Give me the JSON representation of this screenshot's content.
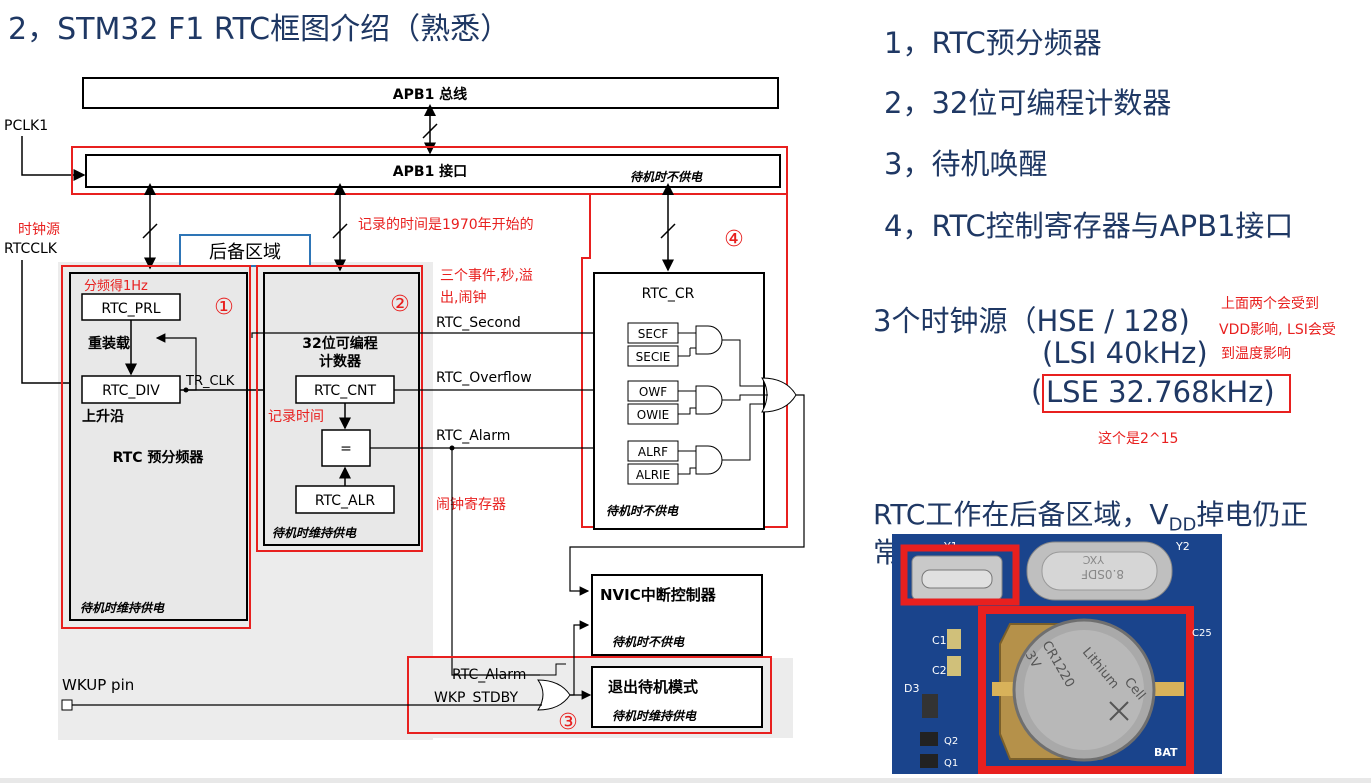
{
  "title": "2，STM32 F1 RTC框图介绍（熟悉）",
  "topics": [
    "1，RTC预分频器",
    "2，32位可编程计数器",
    "3，待机唤醒",
    "4，RTC控制寄存器与APB1接口"
  ],
  "clock_sources": {
    "line1": "3个时钟源（HSE / 128)",
    "line2": "(LSI 40kHz)",
    "line3_open": "(",
    "line3_boxed": "LSE 32.768kHz)",
    "note1": "上面两个会受到",
    "note2": "VDD影响, LSI会受",
    "note3": "到温度影响",
    "note_lse": "这个是2^15"
  },
  "backup_text": {
    "prefix": "RTC工作在后备区域，V",
    "sub": "DD",
    "suffix": "掉电仍正",
    "wrap": "常"
  },
  "diagram": {
    "apb1_bus": "APB1 总线",
    "apb1_if": "APB1 接口",
    "no_power_top": "待机时不供电",
    "pclk1": "PCLK1",
    "clk_src_note": "时钟源",
    "rtcclk": "RTCCLK",
    "backup_domain": "后备区域",
    "time_note": "记录的时间是1970年开始的",
    "events_note1": "三个事件,秒,溢",
    "events_note2": "出,闹钟",
    "div_note": "分频得1Hz",
    "rtc_prl": "RTC_PRL",
    "reload": "重装载",
    "rtc_div": "RTC_DIV",
    "rising": "上升沿",
    "tr_clk": "TR_CLK",
    "prescaler_label": "RTC 预分频器",
    "standby_keep": "待机时维持供电",
    "cnt_title1": "32位可编程",
    "cnt_title2": "计数器",
    "rtc_cnt": "RTC_CNT",
    "record_time": "记录时间",
    "equals": "=",
    "rtc_alr": "RTC_ALR",
    "alarm_reg": "闹钟寄存器",
    "rtc_second": "RTC_Second",
    "rtc_overflow": "RTC_Overflow",
    "rtc_alarm": "RTC_Alarm",
    "rtc_cr": "RTC_CR",
    "secf": "SECF",
    "secie": "SECIE",
    "owf": "OWF",
    "owie": "OWIE",
    "alrf": "ALRF",
    "alrie": "ALRIE",
    "nvic": "NVIC中断控制器",
    "no_power": "待机时不供电",
    "exit_standby": "退出待机模式",
    "wkup_pin": "WKUP pin",
    "wkp_stdby": "WKP_STDBY",
    "circle1": "①",
    "circle2": "②",
    "circle3": "③",
    "circle4": "④"
  },
  "photo": {
    "crystal_marking1": "YXC",
    "crystal_marking2": "8.0SDF",
    "battery_marking1": "Lithium",
    "battery_marking2": "Cell",
    "battery_marking3": "CR1220",
    "battery_marking4": "3V",
    "bat": "BAT",
    "y1": "Y1",
    "y2": "Y2",
    "c1": "C1",
    "c2": "C2",
    "d3": "D3",
    "q2": "Q2",
    "q1": "Q1",
    "c25": "C25"
  }
}
